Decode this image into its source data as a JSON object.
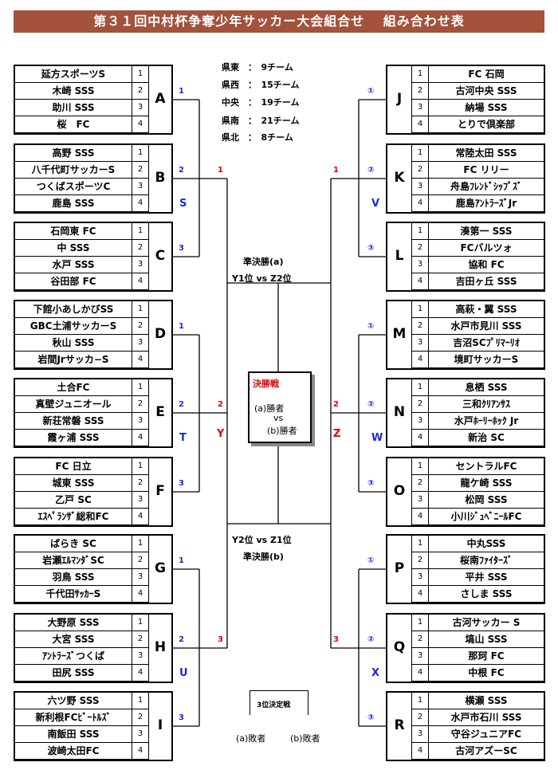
{
  "title": "第３１回中村杯争奪少年サッカー大会組合せ　 組み合わせ表",
  "stats": [
    "県東　：　9チーム",
    "県西　：　15チーム",
    "中央　：　19チーム",
    "県南　：　21チーム",
    "県北　：　8チーム"
  ],
  "left_groups": [
    {
      "letter": "A",
      "teams": [
        "延方スポーツS",
        "木崎 SSS",
        "助川 SSS",
        "桜　FC"
      ]
    },
    {
      "letter": "B",
      "teams": [
        "高野 SSS",
        "八千代町サッカーS",
        "つくばスポーツC",
        "鹿島 SSS"
      ]
    },
    {
      "letter": "C",
      "teams": [
        "石岡東 FC",
        "中 SSS",
        "水戸 SSS",
        "谷田部 FC"
      ]
    },
    {
      "letter": "D",
      "teams": [
        "下館小あしかびSS",
        "GBC土浦サッカーS",
        "秋山 SSS",
        "岩間Jrサッカ−S"
      ]
    },
    {
      "letter": "E",
      "teams": [
        "土合FC",
        "真壁ジュニオール",
        "新荘常磐 SSS",
        "霞ヶ浦 SSS"
      ]
    },
    {
      "letter": "F",
      "teams": [
        "FC 日立",
        "城東 SSS",
        "乙戸 SC",
        "ｴｽﾍﾟﾗﾝｻﾞ総和FC"
      ]
    },
    {
      "letter": "G",
      "teams": [
        "ばらき SC",
        "岩瀬ｴﾙﾏﾝﾀﾞSC",
        "羽鳥 SSS",
        "千代田ｻｯｶｰS"
      ]
    },
    {
      "letter": "H",
      "teams": [
        "大野原 SSS",
        "大宮 SSS",
        "ｱﾝﾄﾗｰｽﾞつくば",
        "田尻 SSS"
      ]
    },
    {
      "letter": "I",
      "teams": [
        "六ツ野 SSS",
        "新利根FCﾋﾞｰﾄﾙｽﾞ",
        "南飯田 SSS",
        "波崎太田FC"
      ]
    }
  ],
  "right_groups": [
    {
      "letter": "J",
      "teams": [
        "FC 石岡",
        "古河中央 SSS",
        "納場 SSS",
        "とりで倶楽部"
      ]
    },
    {
      "letter": "K",
      "teams": [
        "常陸太田 SSS",
        "FC リリー",
        "舟島ﾌﾚﾝﾄﾞｼｯﾌﾟｽﾞ",
        "鹿島ｱﾝﾄﾗｰｽﾞJr"
      ]
    },
    {
      "letter": "L",
      "teams": [
        "湊第一 SSS",
        "FCバルツォ",
        "協和 FC",
        "吉田ヶ丘 SSS"
      ]
    },
    {
      "letter": "M",
      "teams": [
        "高萩・翼 SSS",
        "水戸市見川 SSS",
        "吉沼SCﾌﾟﾘﾏｰﾘｵ",
        "境町サッカーS"
      ]
    },
    {
      "letter": "N",
      "teams": [
        "息栖 SSS",
        "三和ｸﾘｱﾝｻｽ",
        "水戸ﾎｰﾘｰﾎｯｸ Jr",
        "新治 SC"
      ]
    },
    {
      "letter": "O",
      "teams": [
        "セントラルFC",
        "龍ケ崎 SSS",
        "松岡 SSS",
        "小川ｼﾞｭﾍﾞﾆｰﾙFC"
      ]
    },
    {
      "letter": "P",
      "teams": [
        "中丸SSS",
        "桜南ﾌｧｲﾀｰｽﾞ",
        "平井 SSS",
        "さしま SSS"
      ]
    },
    {
      "letter": "Q",
      "teams": [
        "古河サッカー S",
        "塙山 SSS",
        "那珂 FC",
        "中根 FC"
      ]
    },
    {
      "letter": "R",
      "teams": [
        "横瀬 SSS",
        "水戸市石川 SSS",
        "守谷ジュニアFC",
        "古河アズーSC"
      ]
    }
  ],
  "left_pool_labels": [
    "S",
    "T",
    "U"
  ],
  "right_pool_labels": [
    "V",
    "W",
    "X"
  ],
  "semi_labels": [
    "Y",
    "Z"
  ],
  "left_seed_nums": [
    "1",
    "2",
    "3"
  ],
  "right_seed_nums": [
    "①",
    "②",
    "③"
  ],
  "semi_a": {
    "title": "準決勝(a)",
    "match": "Y1位 vs Z2位"
  },
  "semi_b": {
    "title": "準決勝(b)",
    "match": "Y2位 vs Z1位"
  },
  "final": {
    "title": "決勝戦",
    "line1": "(a)勝者",
    "line2": "vs",
    "line3": "(b)勝者"
  },
  "third": {
    "title": "3位決定戦",
    "left": "(a)敗者",
    "right": "(b)敗者"
  },
  "colors": {
    "title_bg": "#a3523b",
    "blue": "#1b2bd4",
    "red": "#e30000"
  }
}
